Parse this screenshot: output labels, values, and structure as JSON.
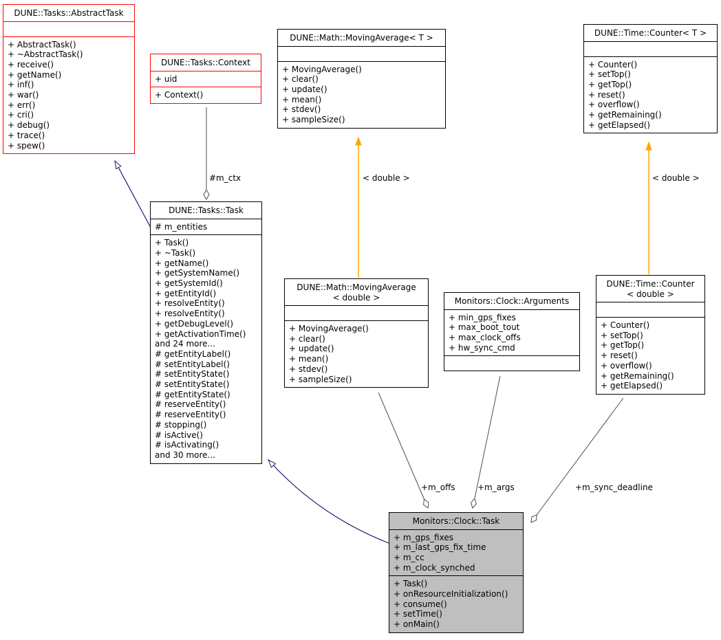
{
  "colors": {
    "plain_border": "#000000",
    "external_ref_border": "#ff0000",
    "current_node_fill": "#bfbfbf",
    "template_edge": "#ffa500",
    "inheritance_edge": "#191970",
    "member_edge": "#4d4d4d"
  },
  "classes": {
    "abstract_task": {
      "title": "DUNE::Tasks::AbstractTask",
      "methods": [
        "+ AbstractTask()",
        "+ ~AbstractTask()",
        "+ receive()",
        "+ getName()",
        "+ inf()",
        "+ war()",
        "+ err()",
        "+ cri()",
        "+ debug()",
        "+ trace()",
        "+ spew()"
      ]
    },
    "context": {
      "title": "DUNE::Tasks::Context",
      "attributes": [
        "+ uid"
      ],
      "methods": [
        "+ Context()"
      ]
    },
    "moving_average_t": {
      "title": "DUNE::Math::MovingAverage< T >",
      "methods": [
        "+ MovingAverage()",
        "+ clear()",
        "+ update()",
        "+ mean()",
        "+ stdev()",
        "+ sampleSize()"
      ]
    },
    "counter_t": {
      "title": "DUNE::Time::Counter< T >",
      "methods": [
        "+ Counter()",
        "+ setTop()",
        "+ getTop()",
        "+ reset()",
        "+ overflow()",
        "+ getRemaining()",
        "+ getElapsed()"
      ]
    },
    "task": {
      "title": "DUNE::Tasks::Task",
      "attributes": [
        "# m_entities"
      ],
      "methods": [
        "+ Task()",
        "+ ~Task()",
        "+ getName()",
        "+ getSystemName()",
        "+ getSystemId()",
        "+ getEntityId()",
        "+ resolveEntity()",
        "+ resolveEntity()",
        "+ getDebugLevel()",
        "+ getActivationTime()",
        "and 24 more...",
        "# getEntityLabel()",
        "# setEntityLabel()",
        "# setEntityState()",
        "# setEntityState()",
        "# getEntityState()",
        "# reserveEntity()",
        "# reserveEntity()",
        "# stopping()",
        "# isActive()",
        "# isActivating()",
        "and 30 more..."
      ]
    },
    "moving_average_double": {
      "title": "DUNE::Math::MovingAverage\n< double >",
      "methods": [
        "+ MovingAverage()",
        "+ clear()",
        "+ update()",
        "+ mean()",
        "+ stdev()",
        "+ sampleSize()"
      ]
    },
    "arguments": {
      "title": "Monitors::Clock::Arguments",
      "attributes": [
        "+ min_gps_fixes",
        "+ max_boot_tout",
        "+ max_clock_offs",
        "+ hw_sync_cmd"
      ]
    },
    "counter_double": {
      "title": "DUNE::Time::Counter\n< double >",
      "methods": [
        "+ Counter()",
        "+ setTop()",
        "+ getTop()",
        "+ reset()",
        "+ overflow()",
        "+ getRemaining()",
        "+ getElapsed()"
      ]
    },
    "clock_task": {
      "title": "Monitors::Clock::Task",
      "attributes": [
        "+ m_gps_fixes",
        "+ m_last_gps_fix_time",
        "+ m_cc",
        "+ m_clock_synched"
      ],
      "methods": [
        "+ Task()",
        "+ onResourceInitialization()",
        "+ consume()",
        "+ setTime()",
        "+ onMain()"
      ]
    }
  },
  "edge_labels": {
    "m_ctx": "#m_ctx",
    "template_double_left": "< double >",
    "template_double_right": "< double >",
    "m_offs": "+m_offs",
    "m_args": "+m_args",
    "m_sync_deadline": "+m_sync_deadline"
  }
}
